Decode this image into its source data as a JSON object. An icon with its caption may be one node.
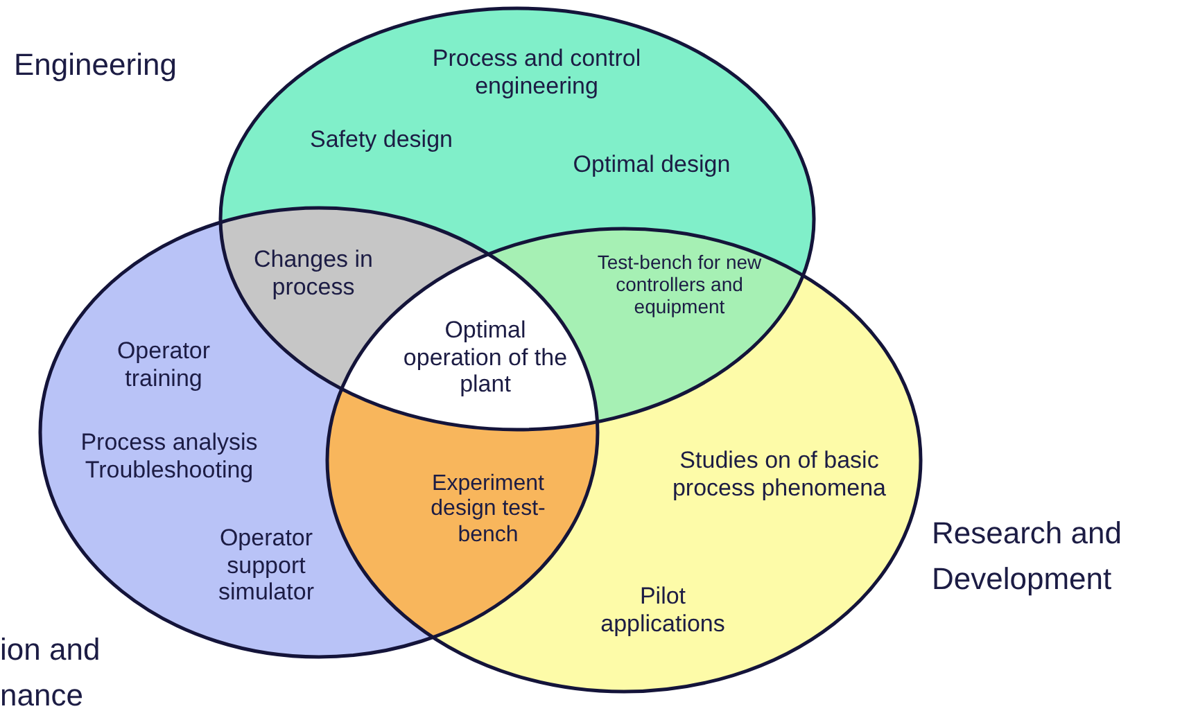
{
  "diagram": {
    "nodes": [
      {
        "text": [
          "Engineering",
          "Process and control engineering",
          "Safety design",
          "Optimal design"
        ]
      },
      {
        "text": [
          "ion and nance",
          "Operator training",
          "Process analysis Troubleshooting",
          "Operator support simulator"
        ]
      },
      {
        "text": [
          "Research and Development",
          "Studies on of basic process phenomena",
          "Pilot applications"
        ]
      }
    ],
    "labels": [
      "Changes in process",
      "Test-bench for new controllers and equipment",
      "Optimal operation of the plant",
      "Experiment design test-bench"
    ]
  }
}
